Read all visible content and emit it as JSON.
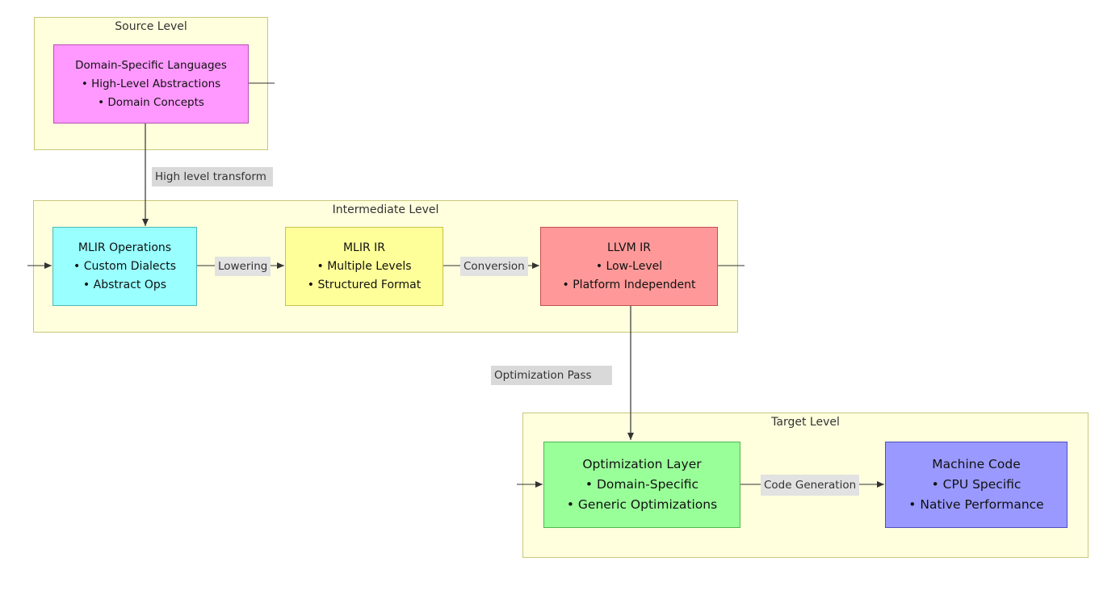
{
  "groups": {
    "source": {
      "title": "Source Level"
    },
    "intermediate": {
      "title": "Intermediate Level"
    },
    "target": {
      "title": "Target Level"
    }
  },
  "nodes": {
    "dsl": {
      "title": "Domain-Specific Languages",
      "line1": "• High-Level Abstractions",
      "line2": "• Domain Concepts",
      "fill": "#ff99ff",
      "stroke": "#b84fb8"
    },
    "mlir_ops": {
      "title": "MLIR Operations",
      "line1": "• Custom Dialects",
      "line2": "• Abstract Ops",
      "fill": "#99ffff",
      "stroke": "#4fb8b8"
    },
    "mlir_ir": {
      "title": "MLIR IR",
      "line1": "• Multiple Levels",
      "line2": "• Structured Format",
      "fill": "#ffff99",
      "stroke": "#c9c24f"
    },
    "llvm_ir": {
      "title": "LLVM IR",
      "line1": "• Low-Level",
      "line2": "• Platform Independent",
      "fill": "#ff9999",
      "stroke": "#c24f4f"
    },
    "opt_layer": {
      "title": "Optimization Layer",
      "line1": "• Domain-Specific",
      "line2": "• Generic Optimizations",
      "fill": "#99ff99",
      "stroke": "#4fb84f"
    },
    "machine_code": {
      "title": "Machine Code",
      "line1": "• CPU Specific",
      "line2": "• Native Performance",
      "fill": "#9999ff",
      "stroke": "#4f4fc2"
    }
  },
  "edges": {
    "high_level_transform": "High level transform",
    "lowering": "Lowering",
    "conversion": "Conversion",
    "optimization_pass": "Optimization Pass",
    "code_generation": "Code Generation"
  }
}
